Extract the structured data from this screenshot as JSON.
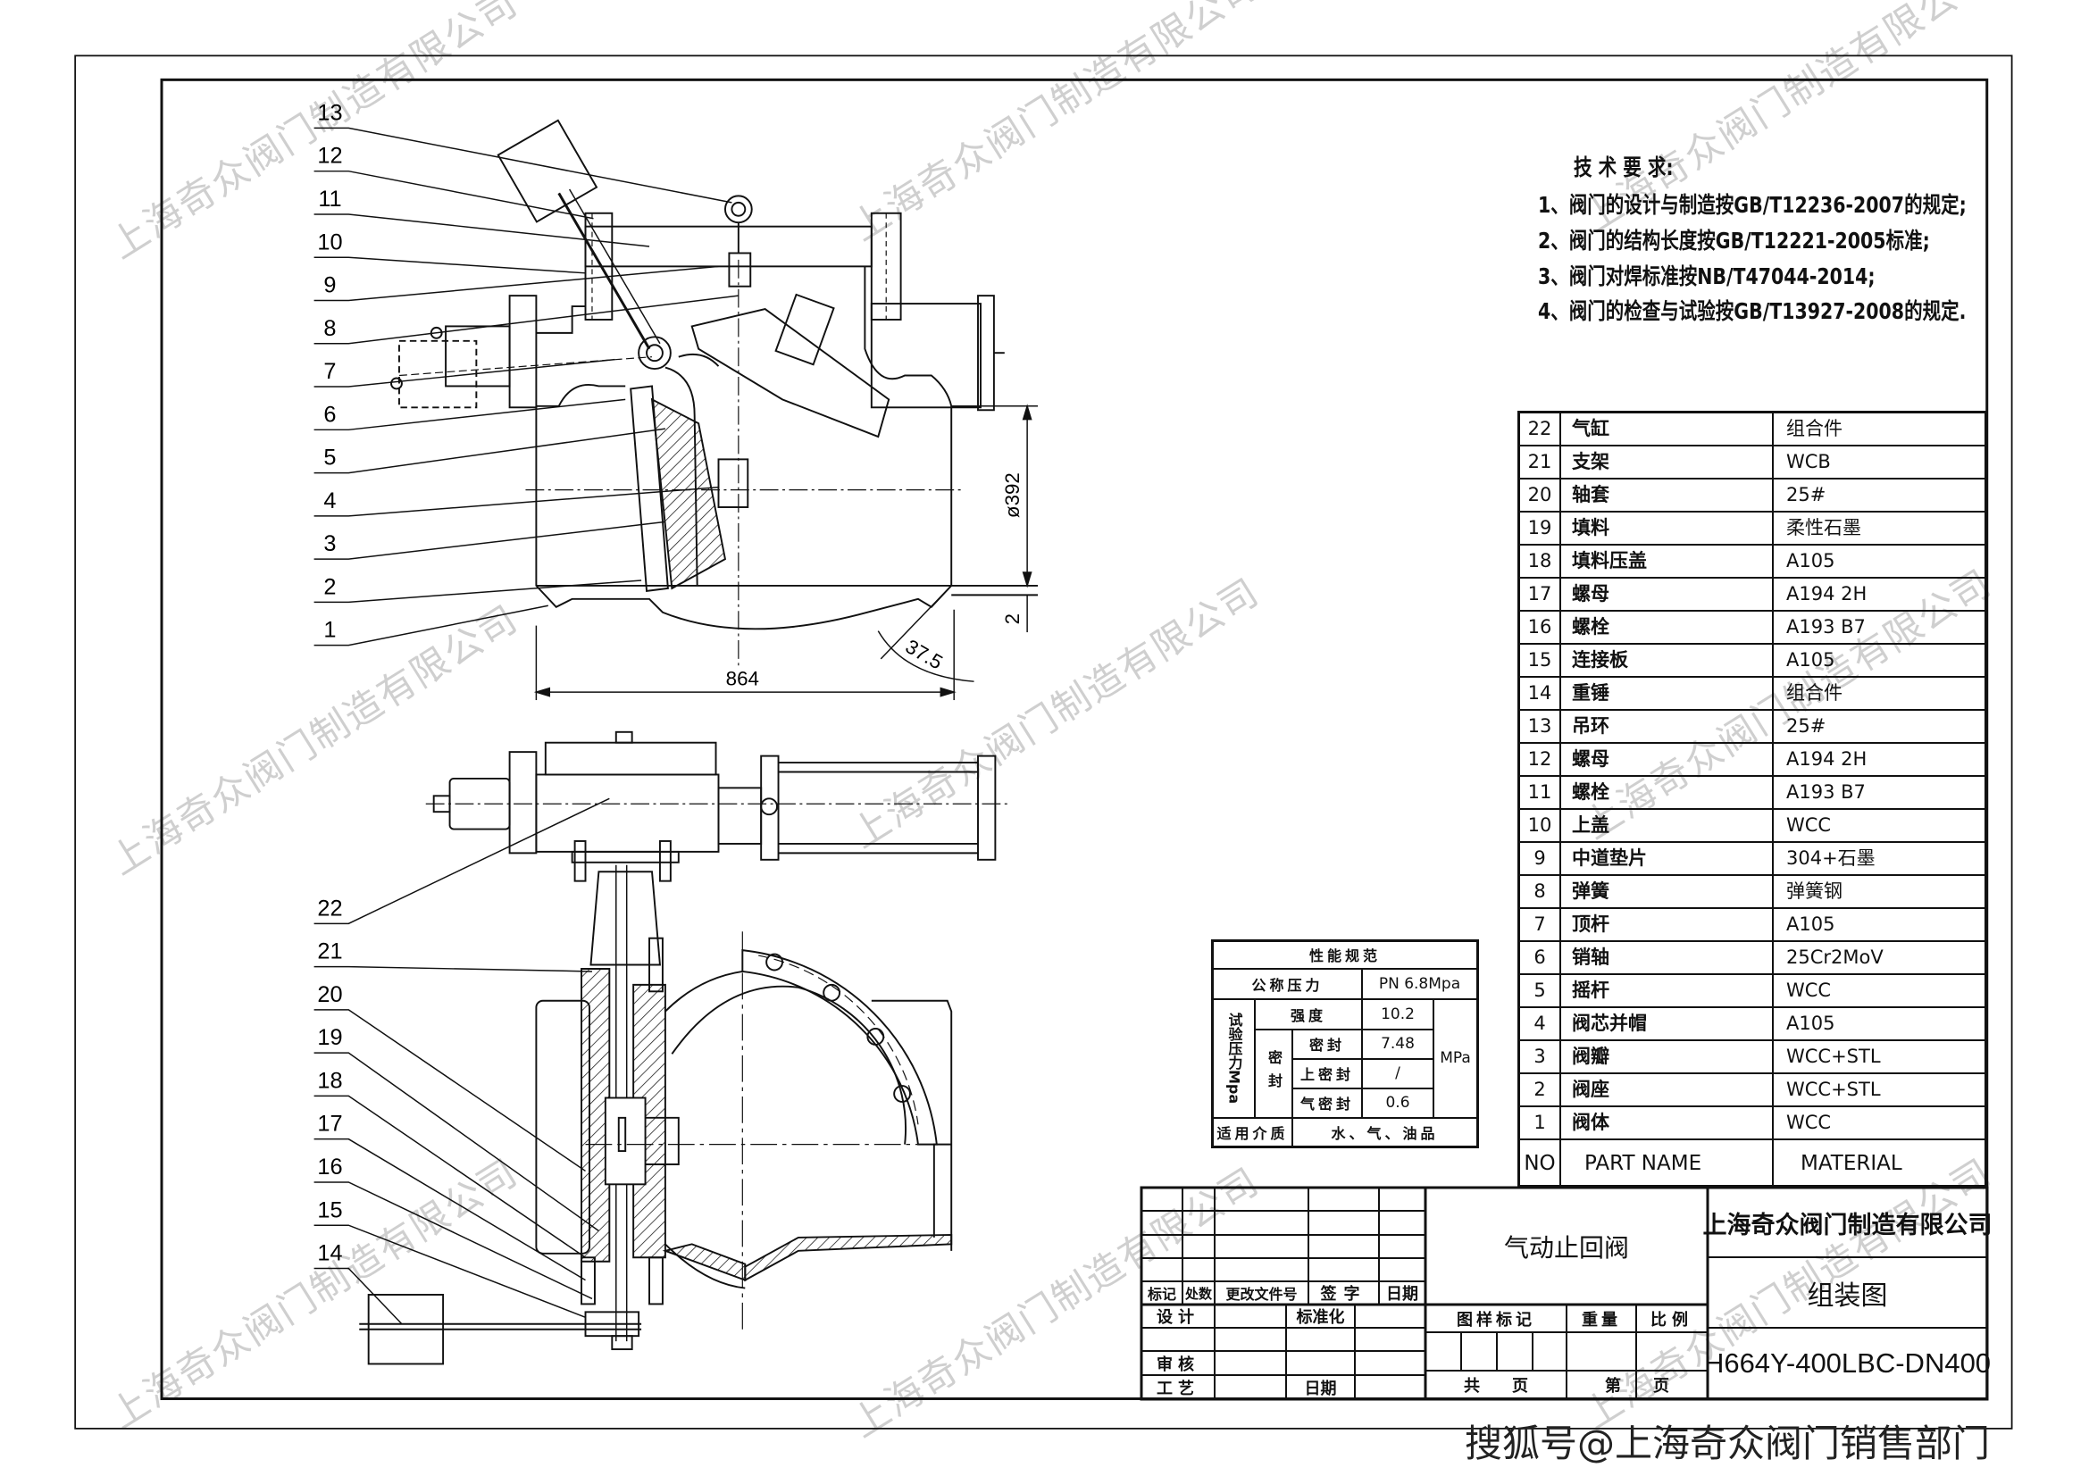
{
  "watermark": "上海奇众阀门制造有限公司",
  "footer_credit": "搜狐号@上海奇众阀门销售部门",
  "callouts": {
    "upper_view": [
      "13",
      "12",
      "11",
      "10",
      "9",
      "8",
      "7",
      "6",
      "5",
      "4",
      "3",
      "2",
      "1"
    ],
    "lower_view": [
      "22",
      "21",
      "20",
      "19",
      "18",
      "17",
      "16",
      "15",
      "14"
    ]
  },
  "dimensions": {
    "length": "864",
    "bore": "ø392",
    "offset": "2",
    "angle": "37.5"
  },
  "technical_requirements": {
    "title": "技 术 要 求:",
    "items": [
      "1、阀门的设计与制造按GB/T12236-2007的规定;",
      "2、阀门的结构长度按GB/T12221-2005标准;",
      "3、阀门对焊标准按NB/T47044-2014;",
      "4、阀门的检查与试验按GB/T13927-2008的规定."
    ]
  },
  "parts_list": {
    "headers": {
      "no": "NO",
      "name": "PART NAME",
      "material": "MATERIAL"
    },
    "rows": [
      {
        "no": "22",
        "name": "气缸",
        "material": "组合件"
      },
      {
        "no": "21",
        "name": "支架",
        "material": "WCB"
      },
      {
        "no": "20",
        "name": "轴套",
        "material": "25#"
      },
      {
        "no": "19",
        "name": "填料",
        "material": "柔性石墨"
      },
      {
        "no": "18",
        "name": "填料压盖",
        "material": "A105"
      },
      {
        "no": "17",
        "name": "螺母",
        "material": "A194 2H"
      },
      {
        "no": "16",
        "name": "螺栓",
        "material": "A193 B7"
      },
      {
        "no": "15",
        "name": "连接板",
        "material": "A105"
      },
      {
        "no": "14",
        "name": "重锤",
        "material": "组合件"
      },
      {
        "no": "13",
        "name": "吊环",
        "material": "25#"
      },
      {
        "no": "12",
        "name": "螺母",
        "material": "A194 2H"
      },
      {
        "no": "11",
        "name": "螺栓",
        "material": "A193 B7"
      },
      {
        "no": "10",
        "name": "上盖",
        "material": "WCC"
      },
      {
        "no": "9",
        "name": "中道垫片",
        "material": "304+石墨"
      },
      {
        "no": "8",
        "name": "弹簧",
        "material": "弹簧钢"
      },
      {
        "no": "7",
        "name": "顶杆",
        "material": "A105"
      },
      {
        "no": "6",
        "name": "销轴",
        "material": "25Cr2MoV"
      },
      {
        "no": "5",
        "name": "摇杆",
        "material": "WCC"
      },
      {
        "no": "4",
        "name": "阀芯并帽",
        "material": "A105"
      },
      {
        "no": "3",
        "name": "阀瓣",
        "material": "WCC+STL"
      },
      {
        "no": "2",
        "name": "阀座",
        "material": "WCC+STL"
      },
      {
        "no": "1",
        "name": "阀体",
        "material": "WCC"
      }
    ]
  },
  "performance_spec": {
    "title": "性能规范",
    "nominal_pressure_label": "公称压力",
    "nominal_pressure_value": "PN 6.8Mpa",
    "test_pressure_label": "试验压力Mpa",
    "strength_label": "强度",
    "strength_value": "10.2",
    "seal_group_label": "密封",
    "seal_label": "密封",
    "seal_value": "7.48",
    "upper_seal_label": "上密封",
    "upper_seal_value": "/",
    "air_seal_label": "气密封",
    "air_seal_value": "0.6",
    "unit": "MPa",
    "medium_label": "适用介质",
    "medium_value": "水、气、油品"
  },
  "title_block": {
    "mark": "标记",
    "count": "处数",
    "change_doc": "更改文件号",
    "signature": "签字",
    "date": "日期",
    "design": "设计",
    "standardization": "标准化",
    "review": "审核",
    "process": "工艺",
    "date2": "日期",
    "product_name": "气动止回阀",
    "drawing_mark": "图样标记",
    "weight": "重量",
    "scale": "比例",
    "total_pages": "共　　页",
    "page_no": "第　　页",
    "company": "上海奇众阀门制造有限公司",
    "drawing_type": "组装图",
    "model": "H664Y-400LBC-DN400"
  }
}
